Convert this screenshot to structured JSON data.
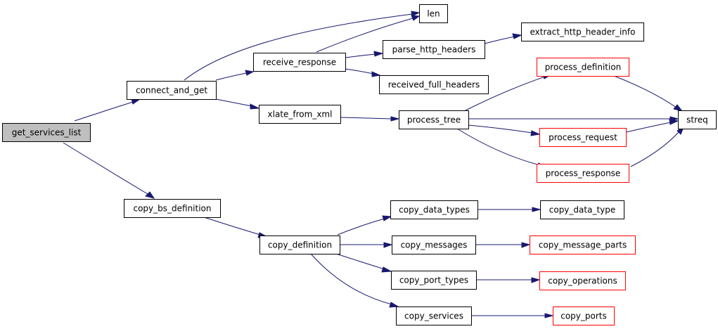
{
  "colors": {
    "edge": "#191970",
    "root_fill": "#bfbfbf",
    "normal_border": "#000000",
    "truncated_border": "#ff0000"
  },
  "nodes": [
    {
      "id": "get_services_list",
      "label": "get_services_list",
      "kind": "root"
    },
    {
      "id": "connect_and_get",
      "label": "connect_and_get",
      "kind": "normal"
    },
    {
      "id": "copy_bs_definition",
      "label": "copy_bs_definition",
      "kind": "normal"
    },
    {
      "id": "len",
      "label": "len",
      "kind": "normal"
    },
    {
      "id": "receive_response",
      "label": "receive_response",
      "kind": "normal"
    },
    {
      "id": "xlate_from_xml",
      "label": "xlate_from_xml",
      "kind": "normal"
    },
    {
      "id": "parse_http_headers",
      "label": "parse_http_headers",
      "kind": "normal"
    },
    {
      "id": "received_full_headers",
      "label": "received_full_headers",
      "kind": "normal"
    },
    {
      "id": "extract_http_header_info",
      "label": "extract_http_header_info",
      "kind": "normal"
    },
    {
      "id": "process_tree",
      "label": "process_tree",
      "kind": "normal"
    },
    {
      "id": "process_definition",
      "label": "process_definition",
      "kind": "truncated"
    },
    {
      "id": "process_request",
      "label": "process_request",
      "kind": "truncated"
    },
    {
      "id": "process_response",
      "label": "process_response",
      "kind": "truncated"
    },
    {
      "id": "streq",
      "label": "streq",
      "kind": "normal"
    },
    {
      "id": "copy_definition",
      "label": "copy_definition",
      "kind": "normal"
    },
    {
      "id": "copy_data_types",
      "label": "copy_data_types",
      "kind": "normal"
    },
    {
      "id": "copy_messages",
      "label": "copy_messages",
      "kind": "normal"
    },
    {
      "id": "copy_port_types",
      "label": "copy_port_types",
      "kind": "normal"
    },
    {
      "id": "copy_services",
      "label": "copy_services",
      "kind": "normal"
    },
    {
      "id": "copy_data_type",
      "label": "copy_data_type",
      "kind": "normal"
    },
    {
      "id": "copy_message_parts",
      "label": "copy_message_parts",
      "kind": "truncated"
    },
    {
      "id": "copy_operations",
      "label": "copy_operations",
      "kind": "truncated"
    },
    {
      "id": "copy_ports",
      "label": "copy_ports",
      "kind": "truncated"
    }
  ],
  "edges": [
    {
      "from": "get_services_list",
      "to": "connect_and_get"
    },
    {
      "from": "get_services_list",
      "to": "copy_bs_definition"
    },
    {
      "from": "connect_and_get",
      "to": "len"
    },
    {
      "from": "connect_and_get",
      "to": "receive_response"
    },
    {
      "from": "connect_and_get",
      "to": "xlate_from_xml"
    },
    {
      "from": "receive_response",
      "to": "len"
    },
    {
      "from": "receive_response",
      "to": "parse_http_headers"
    },
    {
      "from": "receive_response",
      "to": "received_full_headers"
    },
    {
      "from": "parse_http_headers",
      "to": "extract_http_header_info"
    },
    {
      "from": "xlate_from_xml",
      "to": "process_tree"
    },
    {
      "from": "process_tree",
      "to": "process_definition"
    },
    {
      "from": "process_tree",
      "to": "streq"
    },
    {
      "from": "process_tree",
      "to": "process_request"
    },
    {
      "from": "process_tree",
      "to": "process_response"
    },
    {
      "from": "process_definition",
      "to": "streq"
    },
    {
      "from": "process_request",
      "to": "streq"
    },
    {
      "from": "process_response",
      "to": "streq"
    },
    {
      "from": "copy_bs_definition",
      "to": "copy_definition"
    },
    {
      "from": "copy_definition",
      "to": "copy_data_types"
    },
    {
      "from": "copy_definition",
      "to": "copy_messages"
    },
    {
      "from": "copy_definition",
      "to": "copy_port_types"
    },
    {
      "from": "copy_definition",
      "to": "copy_services"
    },
    {
      "from": "copy_data_types",
      "to": "copy_data_type"
    },
    {
      "from": "copy_messages",
      "to": "copy_message_parts"
    },
    {
      "from": "copy_port_types",
      "to": "copy_operations"
    },
    {
      "from": "copy_services",
      "to": "copy_ports"
    }
  ]
}
